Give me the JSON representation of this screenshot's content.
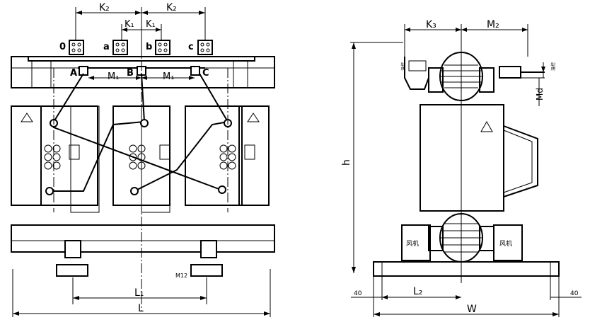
{
  "labels": {
    "k2_left": "K₂",
    "k2_right": "K₂",
    "k1_left": "K₁",
    "k1_right": "K₁",
    "terminal_0": "0",
    "terminal_a": "a",
    "terminal_b": "b",
    "terminal_c": "c",
    "phase_a": "A",
    "phase_b": "B",
    "phase_c": "C",
    "m1_left": "M₁",
    "m1_right": "M₁",
    "m12": "M12",
    "l1": "L₁",
    "l": "L",
    "k3": "K₃",
    "m2": "M₂",
    "md": "Md",
    "h": "h",
    "l2": "L₂",
    "w": "W",
    "dim_40_left": "40",
    "dim_40_right": "40",
    "fan_left": "风机",
    "fan_right": "风机",
    "small_label_1": "温控",
    "small_label_2": "温控"
  }
}
